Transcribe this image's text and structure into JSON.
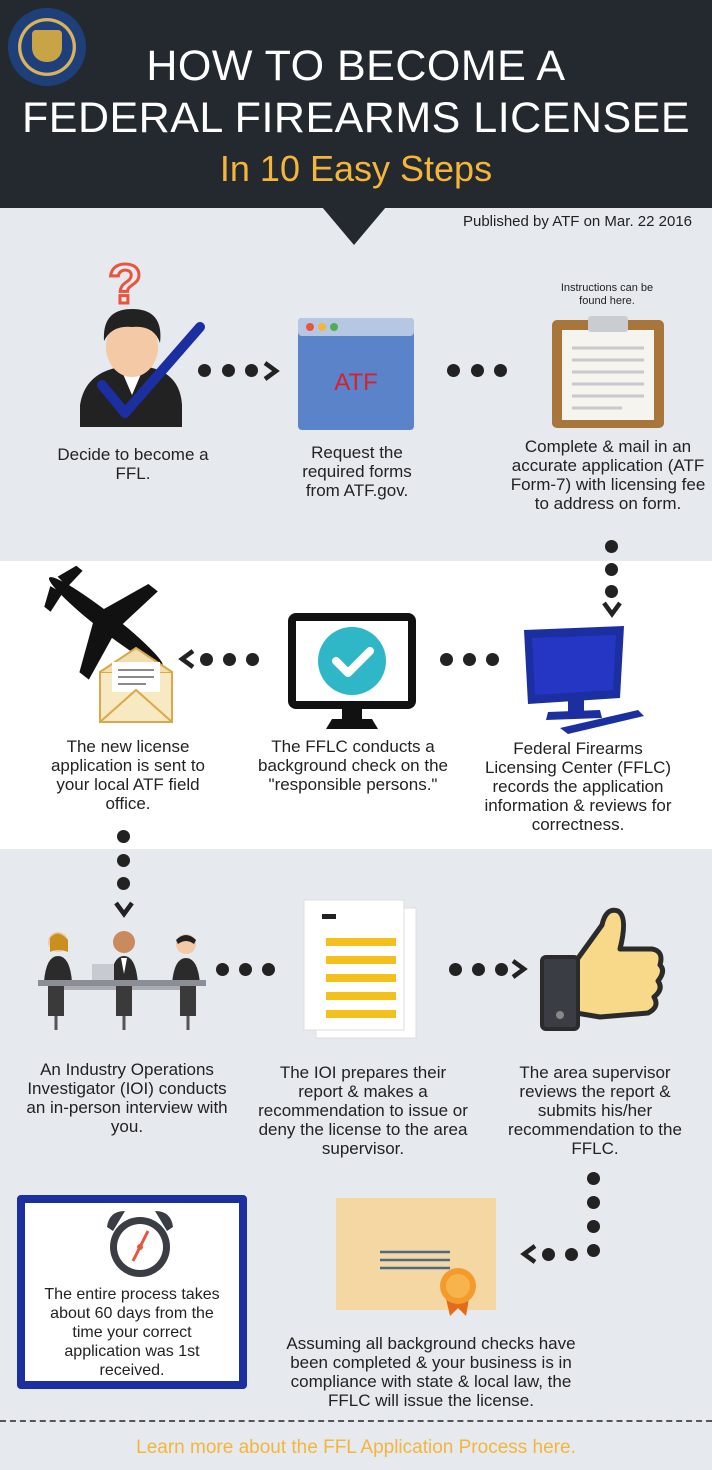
{
  "header": {
    "title_line1": "HOW TO BECOME A",
    "title_line2": "FEDERAL FIREARMS LICENSEE",
    "subtitle": "In 10 Easy Steps",
    "published": "Published by ATF on Mar. 22 2016"
  },
  "steps": {
    "s1": "Decide to become a FFL.",
    "s2": "Request the required forms from ATF.gov.",
    "s2_browser_text": "ATF",
    "s3_note": "Instructions can be found here.",
    "s3": "Complete & mail in an accurate application (ATF Form-7) with licensing fee to address on form.",
    "s4": "Federal Firearms Licensing Center (FFLC) records the application information & reviews for correctness.",
    "s5": "The FFLC conducts a background check on the \"responsible persons.\"",
    "s6": "The new license application is sent to your local ATF field office.",
    "s7": "An Industry Operations Investigator (IOI) conducts an in-person interview with you.",
    "s8": "The IOI prepares their report & makes a recommendation to issue or deny the license to the area supervisor.",
    "s9": "The area supervisor reviews the report & submits his/her recommendation to the FFLC.",
    "s10": "Assuming all background checks have been completed & your business is in compliance with state & local law, the FFLC will issue the license.",
    "process_note": "The entire process takes about 60 days from the time your correct application was 1st received."
  },
  "footer": {
    "link": "Learn more about the FFL Application Process here."
  },
  "colors": {
    "header_bg": "#23292e",
    "accent": "#f3b63a",
    "band": "#e6e9ee",
    "blue": "#1b2fa0",
    "browser_blue": "#5b83c9",
    "monitor_teal": "#2fb7c8"
  }
}
